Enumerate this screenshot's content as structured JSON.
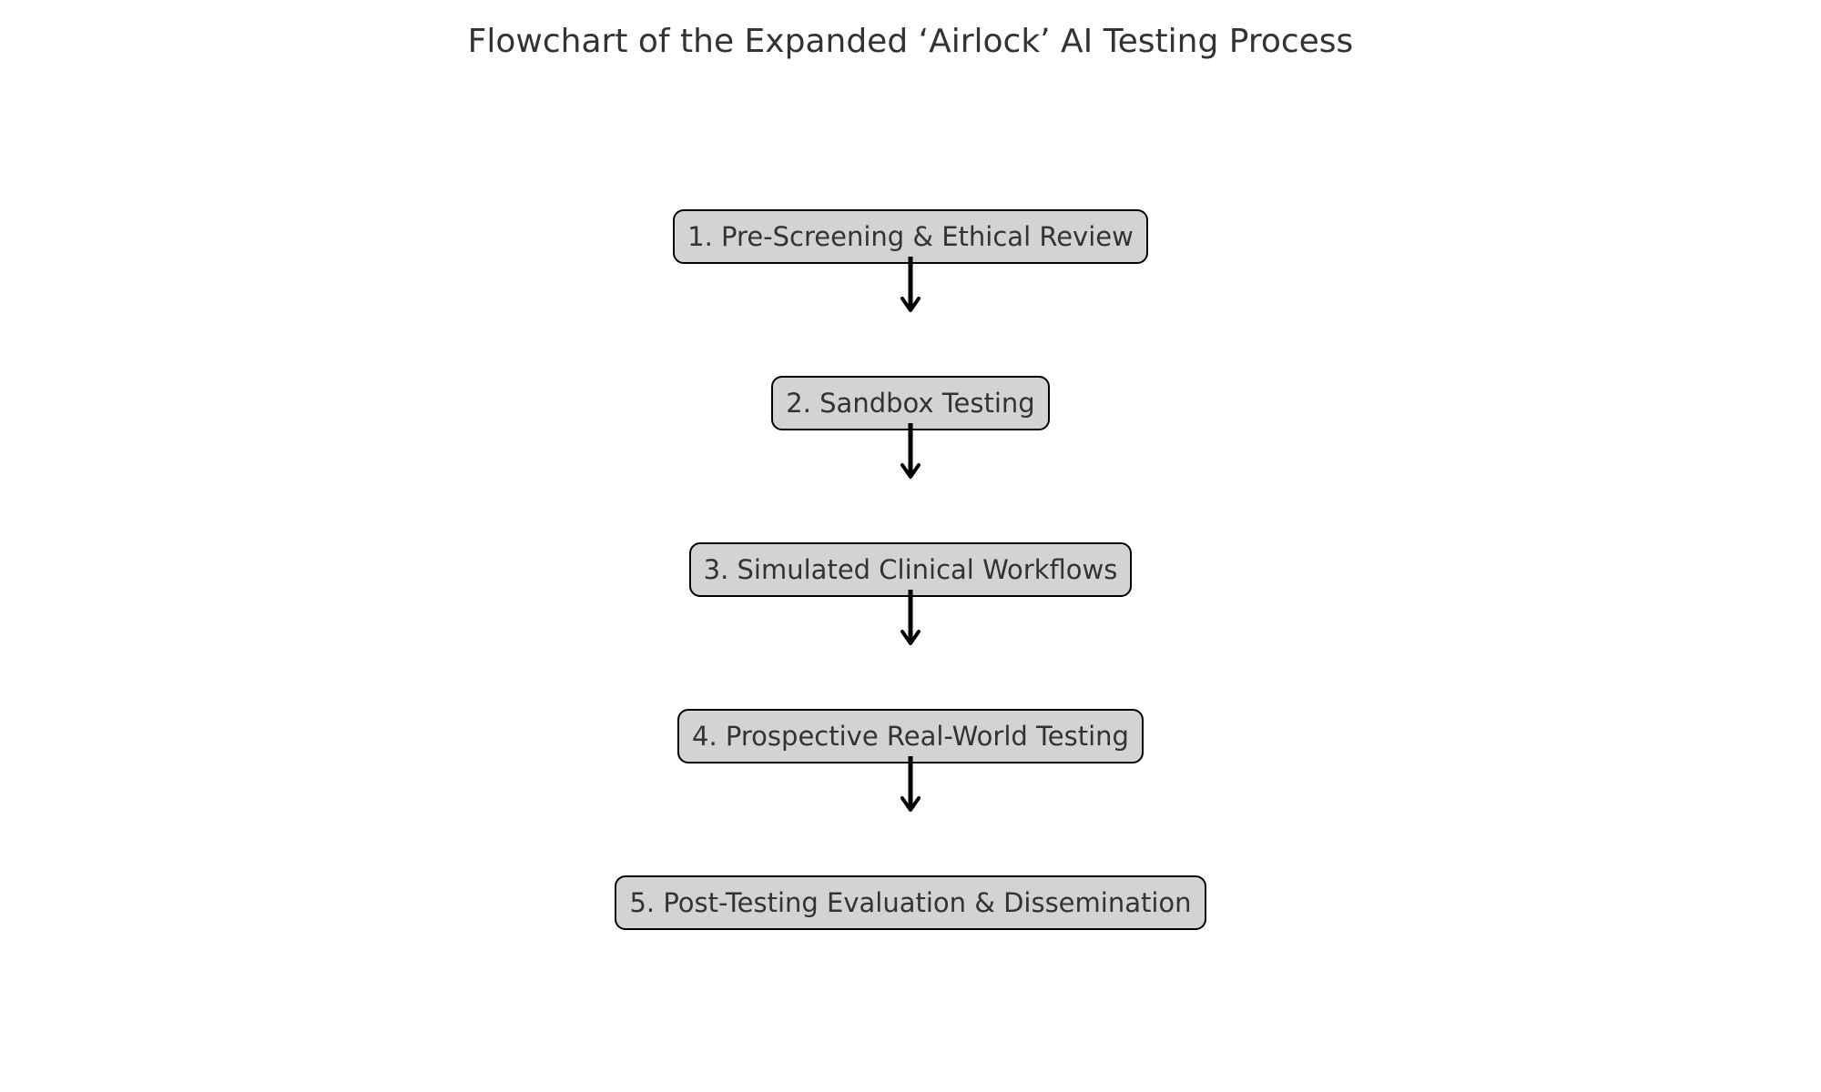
{
  "title": "Flowchart of the Expanded ‘Airlock’ AI Testing Process",
  "steps": [
    {
      "label": "1. Pre-Screening & Ethical Review"
    },
    {
      "label": "2. Sandbox Testing"
    },
    {
      "label": "3. Simulated Clinical Workflows"
    },
    {
      "label": "4. Prospective Real-World Testing"
    },
    {
      "label": "5. Post-Testing Evaluation & Dissemination"
    }
  ],
  "colors": {
    "box_fill": "#d3d3d3",
    "box_border": "#000000",
    "arrow": "#000000",
    "text": "#333333"
  }
}
